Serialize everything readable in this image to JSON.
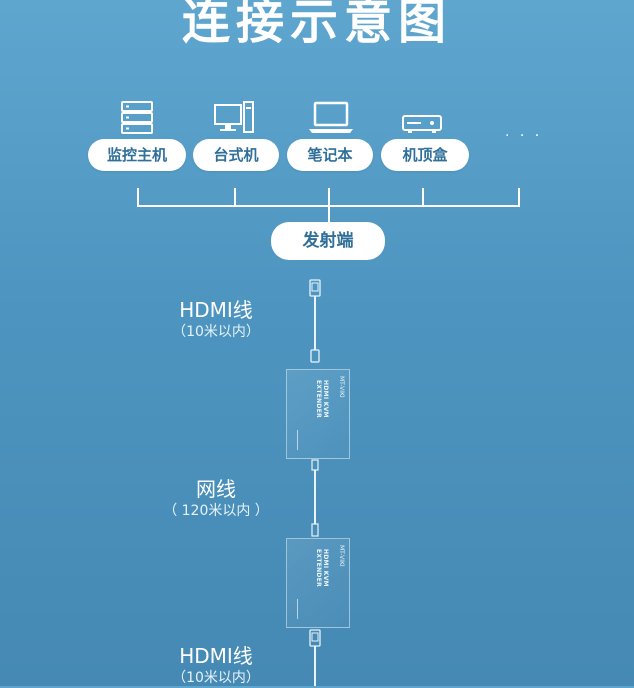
{
  "title": "连接示意图",
  "devices": [
    {
      "label": "监控主机",
      "icon": "server-icon"
    },
    {
      "label": "台式机",
      "icon": "desktop-icon"
    },
    {
      "label": "笔记本",
      "icon": "laptop-icon"
    },
    {
      "label": "机顶盒",
      "icon": "settop-box-icon"
    }
  ],
  "more": "· · ·",
  "transmitter": "发射端",
  "cables": [
    {
      "name": "HDMI线",
      "spec": "（10米以内）"
    },
    {
      "name": "网线",
      "spec": "（ 120米以内 ）"
    },
    {
      "name": "HDMI线",
      "spec": "（10米以内）"
    }
  ],
  "extender": {
    "brand": "MT-VIKI",
    "model": "HDMI KVM EXTENDER"
  }
}
